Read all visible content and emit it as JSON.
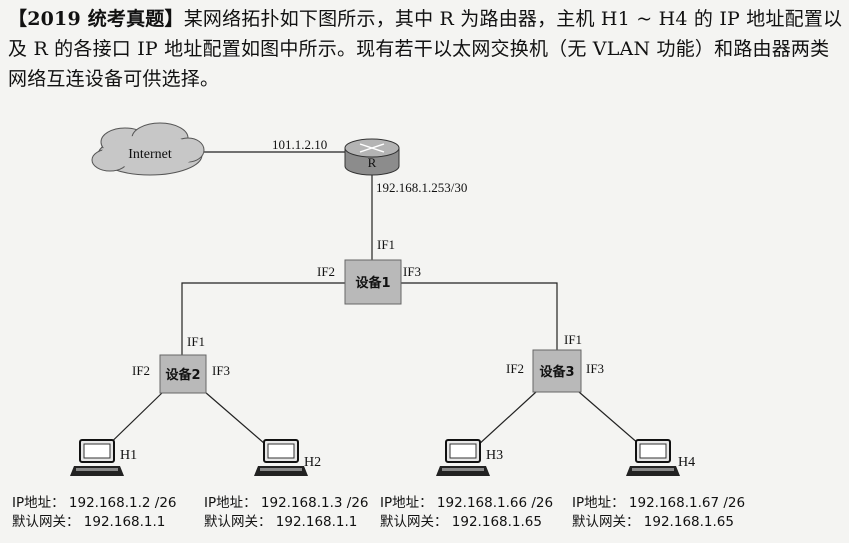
{
  "question": {
    "tag": "【2019 统考真题】",
    "text": "某网络拓扑如下图所示，其中 R 为路由器，主机 H1 ~ H4 的 IP 地址配置以及 R 的各接口 IP 地址配置如图中所示。现有若干以太网交换机（无 VLAN 功能）和路由器两类网络互连设备可供选择。"
  },
  "diagram": {
    "cloud_label": "Internet",
    "router": {
      "name": "R",
      "wan_ip": "101.1.2.10",
      "lan_ip": "192.168.1.253/30"
    },
    "device1": {
      "name": "设备1",
      "if1": "IF1",
      "if2": "IF2",
      "if3": "IF3"
    },
    "device2": {
      "name": "设备2",
      "if1": "IF1",
      "if2": "IF2",
      "if3": "IF3"
    },
    "device3": {
      "name": "设备3",
      "if1": "IF1",
      "if2": "IF2",
      "if3": "IF3"
    },
    "hosts": [
      {
        "name": "H1",
        "ip_line": "IP地址：  192.168.1.2 /26",
        "gw_line": "默认网关：  192.168.1.1"
      },
      {
        "name": "H2",
        "ip_line": "IP地址：  192.168.1.3 /26",
        "gw_line": "默认网关：  192.168.1.1"
      },
      {
        "name": "H3",
        "ip_line": "IP地址：  192.168.1.66 /26",
        "gw_line": "默认网关：  192.168.1.65"
      },
      {
        "name": "H4",
        "ip_line": "IP地址：  192.168.1.67 /26",
        "gw_line": "默认网关：  192.168.1.65"
      }
    ]
  },
  "colors": {
    "device_fill": "#b9b9b9",
    "router_fill": "#9a9a9a",
    "cloud_fill": "#c7c7c7",
    "line": "#222222"
  }
}
